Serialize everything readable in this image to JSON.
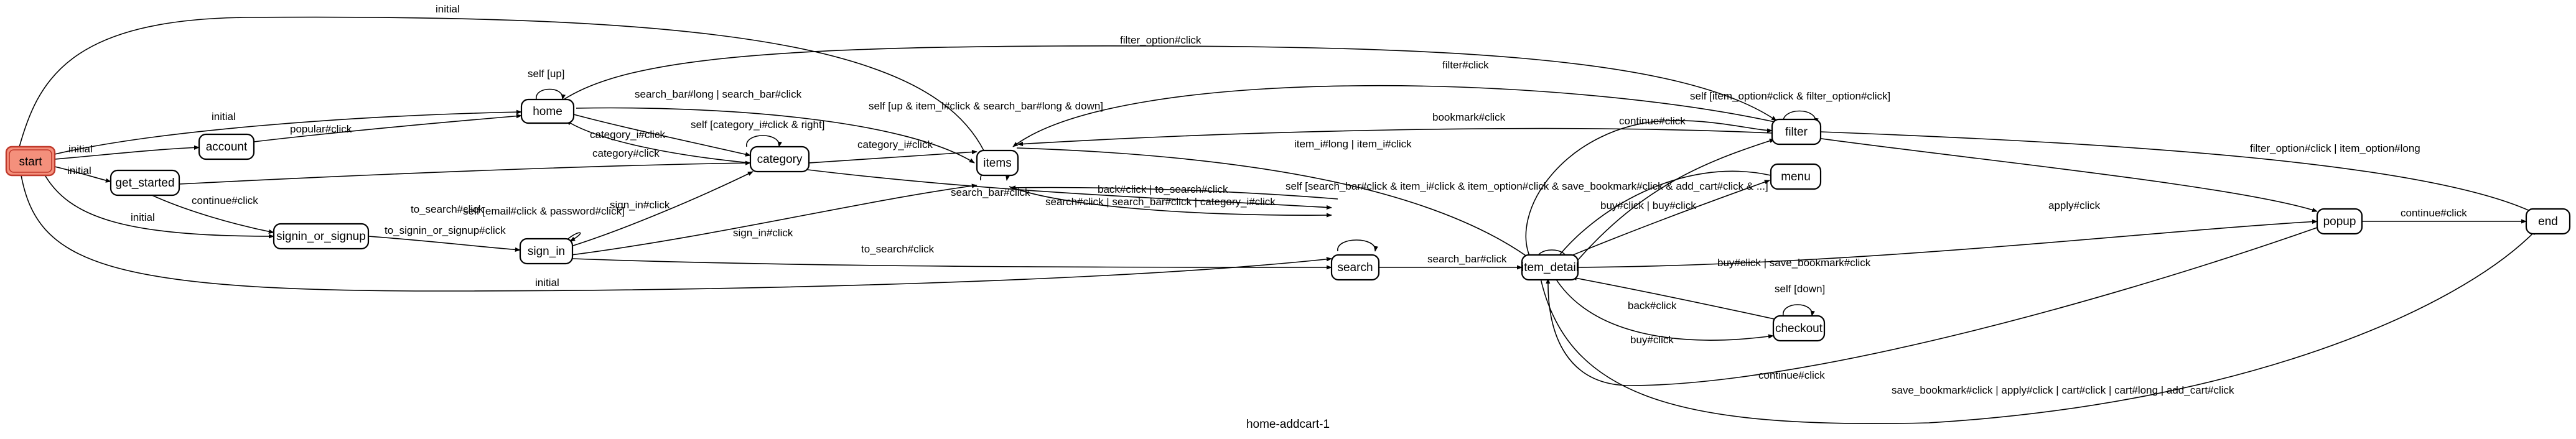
{
  "graph": {
    "caption": "home-addcart-1",
    "start_color": "#f4907c"
  },
  "nodes": {
    "start": "start",
    "home": "home",
    "account": "account",
    "get_started": "get_started",
    "signin_or_signup": "signin_or_signup",
    "sign_in": "sign_in",
    "category": "category",
    "items": "items",
    "search": "search",
    "item_detail": "item_detail",
    "filter": "filter",
    "menu": "menu",
    "checkout": "checkout",
    "popup": "popup",
    "end": "end"
  },
  "edges": {
    "start_items": "initial",
    "start_home": "initial",
    "start_account": "initial",
    "start_get_started": "initial",
    "start_signin": "initial",
    "start_search": "initial",
    "account_home": "popular#click",
    "home_self": "self [up]",
    "home_items": "search_bar#long | search_bar#click",
    "home_category": "category#click",
    "category_home": "category_i#click",
    "category_self": "self [category_i#click & right]",
    "home_filter": "filter_option#click",
    "items_self": "self [up & item_i#click & search_bar#long & down]",
    "get_started_category": "to_search#click",
    "get_started_signin": "continue#click",
    "signin_signin": "to_signin_or_signup#click",
    "sign_in_self": "self [email#click & password#click]",
    "sign_in_category": "sign_in#click",
    "sign_in_items": "sign_in#click",
    "sign_in_search": "to_search#click",
    "category_items": "category_i#click",
    "category_search": "search_bar#click",
    "items_search": "back#click | to_search#click",
    "search_items": "search#click | search_bar#click | category_i#click",
    "items_item_detail": "item_i#long | item_i#click",
    "search_self": "self [search_bar#click & item_i#click & item_option#click & save_bookmark#click & add_cart#click & ...]",
    "search_item_detail": "search_bar#click",
    "filter_items": "filter#click",
    "filter_self": "self [item_option#click & filter_option#click]",
    "filter_items_bookmark": "bookmark#click",
    "item_detail_filter": "continue#click",
    "item_detail_self": "buy#click | buy#click",
    "filter_end": "filter_option#click | item_option#long",
    "filter_popup": "apply#click",
    "item_detail_popup": "buy#click | save_bookmark#click",
    "popup_end": "continue#click",
    "checkout_self": "self [down]",
    "checkout_item_detail": "back#click",
    "item_detail_checkout": "buy#click",
    "popup_item_detail": "continue#click",
    "item_detail_end": "save_bookmark#click | apply#click | cart#click | cart#long | add_cart#click"
  }
}
